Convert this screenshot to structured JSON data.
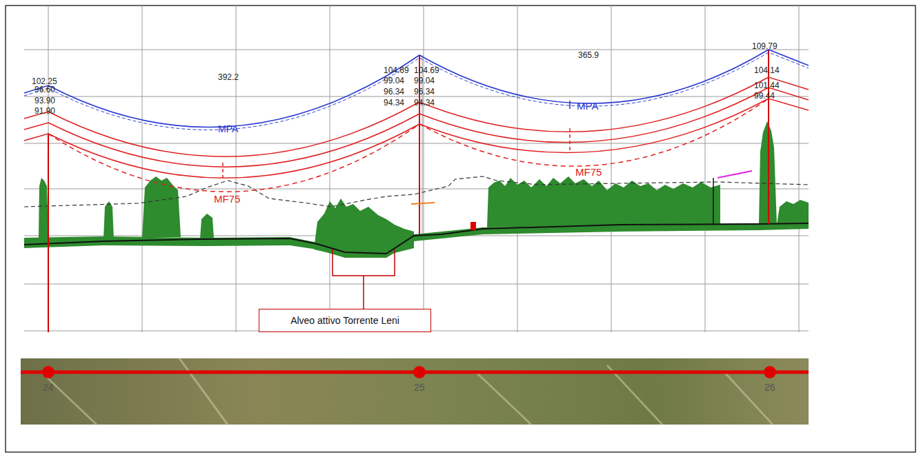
{
  "diagram": {
    "nodes": [
      {
        "text": [
          "Alveo attivo Torrente Leni"
        ]
      }
    ],
    "labels": [
      "102.25",
      "392.2",
      "104.69",
      "104.69",
      "365.9",
      "109.79",
      "96.60",
      "93.90",
      "91.90",
      "MPA",
      "99.04",
      "99.04",
      "96.34",
      "96.34",
      "94.34",
      "94.34",
      "104.14",
      "101.44",
      "99.44",
      "MPA",
      "MF75",
      "MF75",
      "24",
      "25",
      "26"
    ]
  }
}
